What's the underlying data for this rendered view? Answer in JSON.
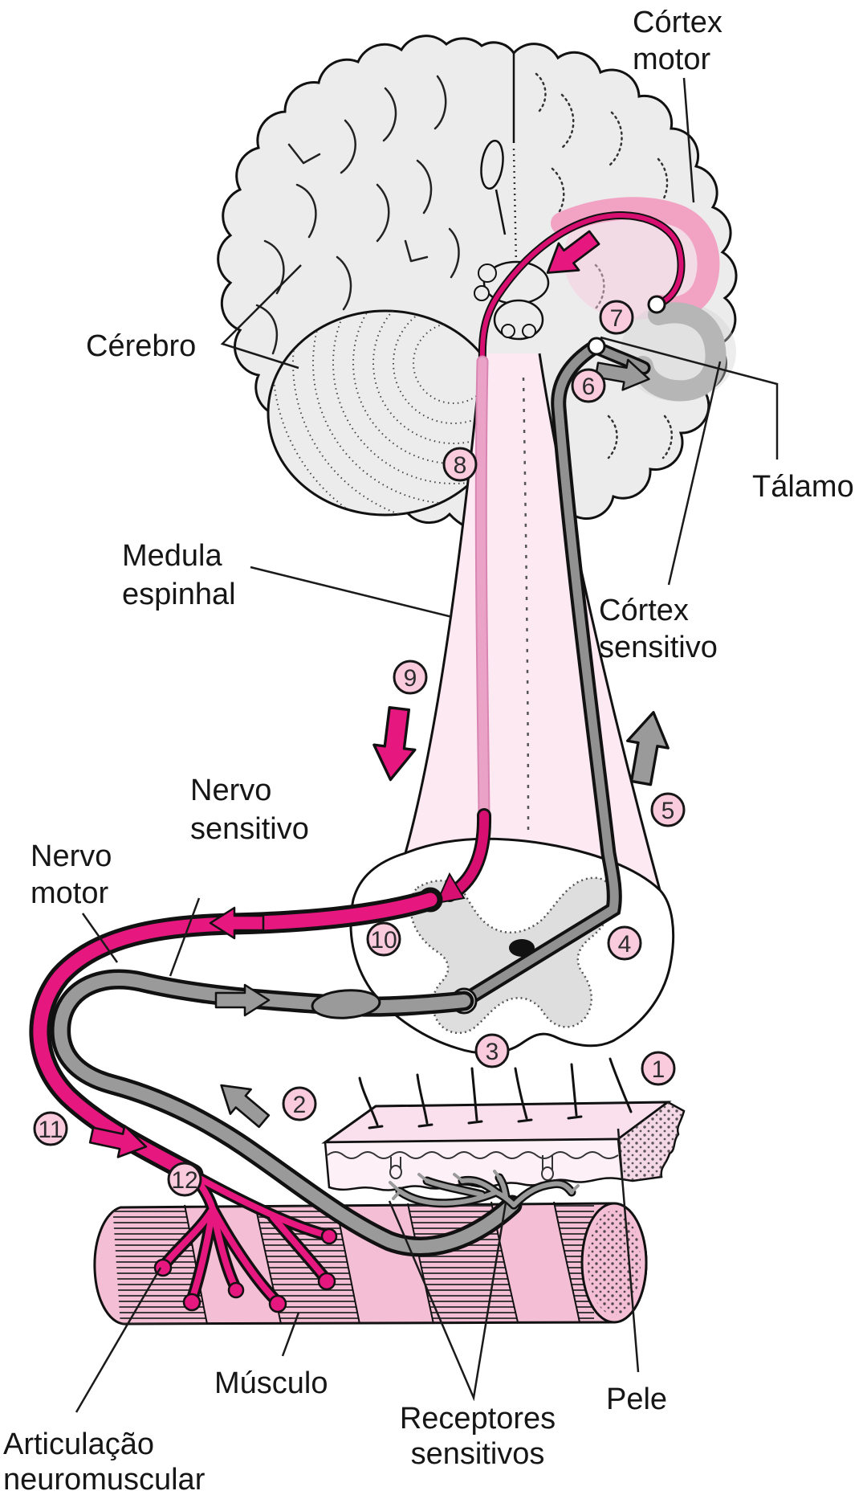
{
  "figure_type": "neuroanatomy-pathway-diagram",
  "language": "pt",
  "labels": {
    "cortex_motor": [
      "Córtex",
      "motor"
    ],
    "cerebro": "Cérebro",
    "talamo": "Tálamo",
    "medula_espinhal": [
      "Medula",
      "espinhal"
    ],
    "cortex_sensitivo": [
      "Córtex",
      "sensitivo"
    ],
    "nervo_sensitivo": [
      "Nervo",
      "sensitivo"
    ],
    "nervo_motor": [
      "Nervo",
      "motor"
    ],
    "musculo": "Músculo",
    "articulacao_neuromuscular": [
      "Articulação",
      "neuromuscular"
    ],
    "receptores_sensitivos": [
      "Receptores",
      "sensitivos"
    ],
    "pele": "Pele"
  },
  "steps": [
    "1",
    "2",
    "3",
    "4",
    "5",
    "6",
    "7",
    "8",
    "9",
    "10",
    "11",
    "12"
  ],
  "colors": {
    "magenta_path": "#e6177e",
    "magenta_line": "#d60f70",
    "pink_circle": "#f9cbdd",
    "pink_funnel": "#fce9f2",
    "pink_ribbon": "#f2a3c4",
    "funnel_stripe": "#eaa2c6",
    "gray_path": "#9a9a9a",
    "gray_ribbon": "#b6b6b6",
    "brain_gray": "#ececec",
    "butterfly_gray": "#dedede",
    "muscle_pink": "#f4bfd4",
    "skin_pink": "#f9e0ec",
    "outline": "#111111",
    "background": "#ffffff"
  }
}
